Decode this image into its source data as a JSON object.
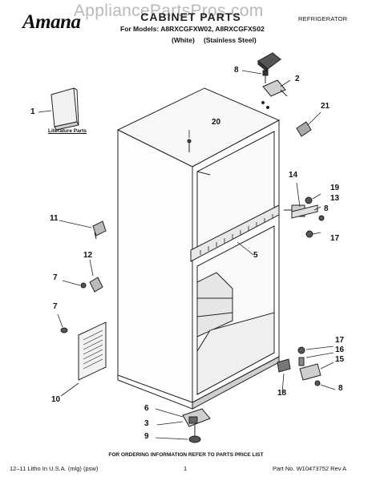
{
  "header": {
    "brand": "Amana",
    "watermark": "AppliancePartsPros.com",
    "title": "CABINET PARTS",
    "models_line": "For Models: A8RXCGFXW02, A8RXCGFXS02",
    "variant_white": "(White)",
    "variant_stainless": "(Stainless Steel)",
    "category": "REFRIGERATOR"
  },
  "diagram": {
    "literature_label": "Literature Parts",
    "callouts": [
      "1",
      "2",
      "3",
      "5",
      "6",
      "7",
      "7",
      "8",
      "8",
      "8",
      "9",
      "10",
      "11",
      "12",
      "13",
      "14",
      "15",
      "16",
      "17",
      "17",
      "18",
      "19",
      "20",
      "21"
    ]
  },
  "footer": {
    "note": "FOR ORDERING INFORMATION REFER TO PARTS PRICE LIST",
    "left": "12–11 Litho In U.S.A. (mlg) (psw)",
    "page": "1",
    "part_number": "Part No. W10473752 Rev A"
  }
}
